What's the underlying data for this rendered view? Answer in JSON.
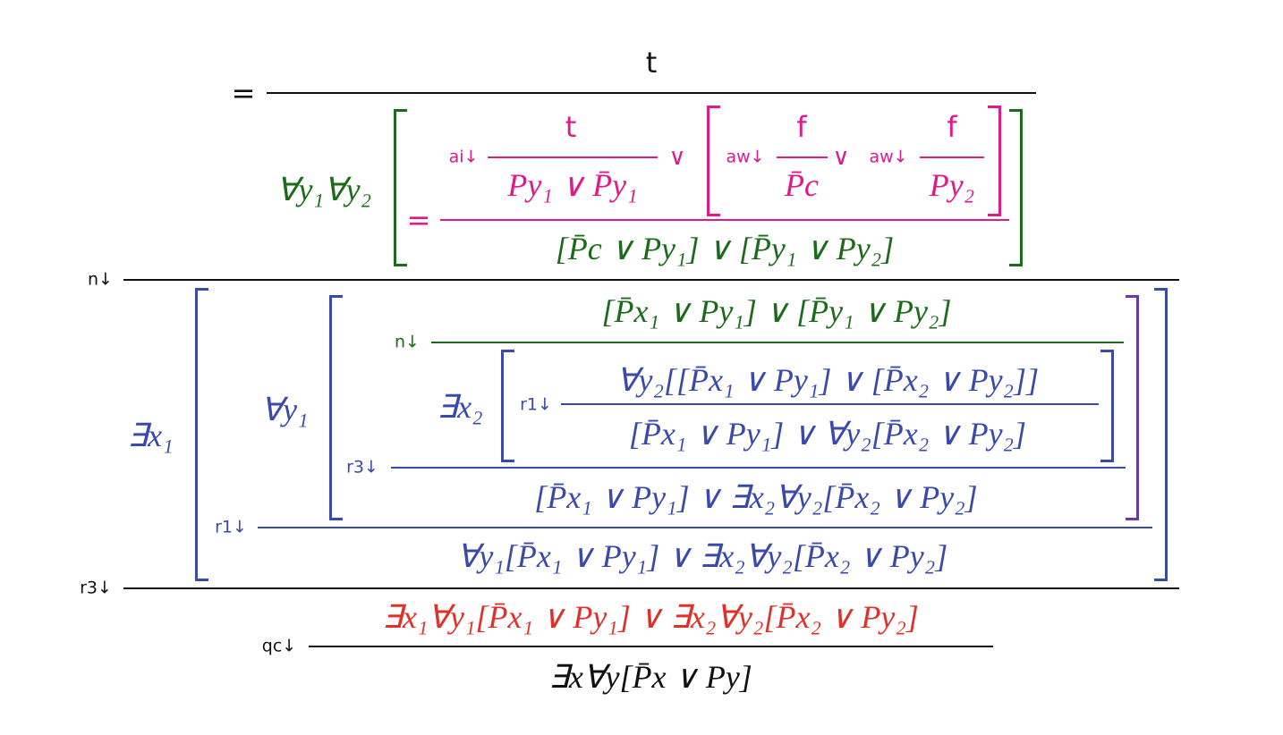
{
  "colors": {
    "black": "#111111",
    "green": "#1c6b1c",
    "magenta": "#e01a86",
    "blue": "#3a4aaa",
    "red": "#e0302a"
  },
  "top": {
    "eq": "=",
    "numerator": "t",
    "quant": "∀y₁∀y₂",
    "inner_eq": "=",
    "ai_label": "ai↓",
    "ai_num": "t",
    "ai_den": "Py₁ ∨ P̄y₁",
    "or1": "∨",
    "aw1_label": "aw↓",
    "aw1_num": "f",
    "aw1_den": "P̄c",
    "or2": "∨",
    "aw2_label": "aw↓",
    "aw2_num": "f",
    "aw2_den": "Py₂",
    "inner_den": "[P̄c ∨ Py₁] ∨ [P̄y₁ ∨ Py₂]"
  },
  "n_label": "n↓",
  "middle": {
    "ex1": "∃x₁",
    "all1": "∀y₁",
    "green_top": "[P̄x₁ ∨ Py₁] ∨ [P̄y₁ ∨ Py₂]",
    "n_label": "n↓",
    "ex2": "∃x₂",
    "r1_inner_label": "r1↓",
    "r1_inner_num": "∀y₂[[P̄x₁ ∨ Py₁] ∨ [P̄x₂ ∨ Py₂]]",
    "r1_inner_den": "[P̄x₁ ∨ Py₁] ∨ ∀y₂[P̄x₂ ∨ Py₂]",
    "r3_inner_label": "r3↓",
    "r3_inner_den": "[P̄x₁ ∨ Py₁] ∨ ∃x₂∀y₂[P̄x₂ ∨ Py₂]",
    "r1_label": "r1↓",
    "r1_den": "∀y₁[P̄x₁ ∨ Py₁] ∨ ∃x₂∀y₂[P̄x₂ ∨ Py₂]"
  },
  "r3_label": "r3↓",
  "bottom": {
    "red_formula": "∃x₁∀y₁[P̄x₁ ∨ Py₁] ∨ ∃x₂∀y₂[P̄x₂ ∨ Py₂]",
    "qc_label": "qc↓",
    "conclusion": "∃x∀y[P̄x ∨ Py]"
  }
}
